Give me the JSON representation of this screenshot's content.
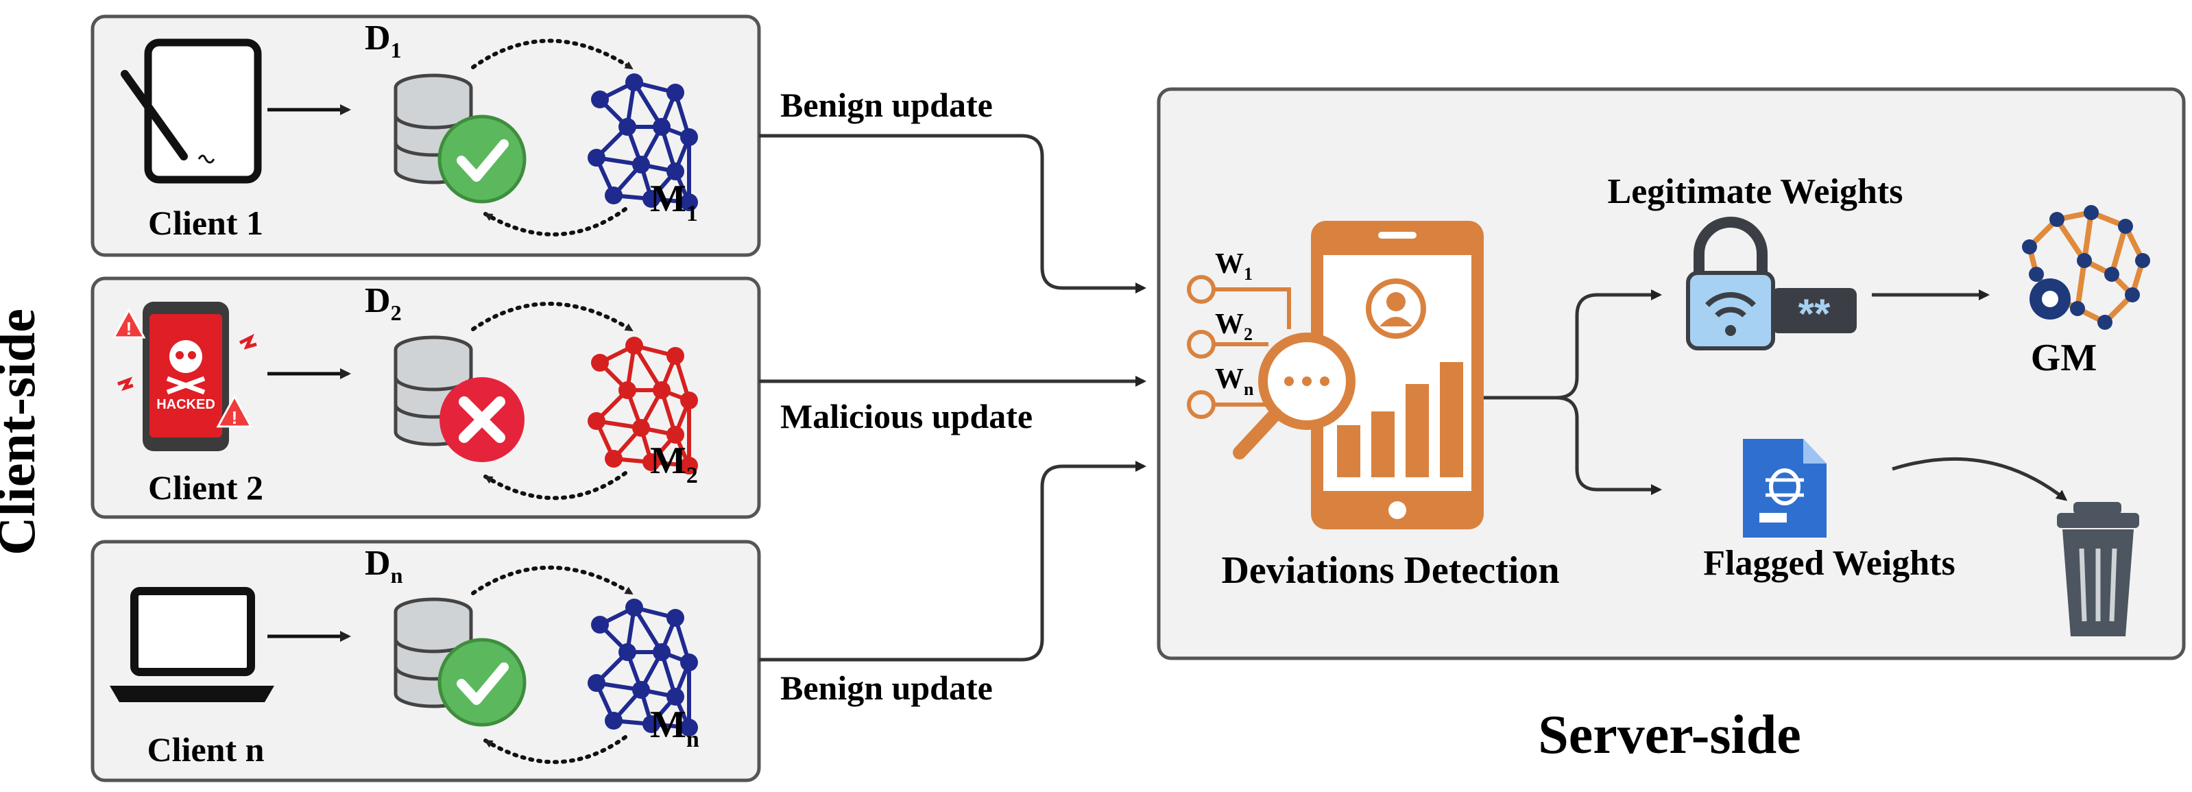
{
  "client_side": {
    "label": "Client-side",
    "clients": [
      {
        "name": "Client 1",
        "dataset": "D",
        "dataset_sub": "1",
        "model": "M",
        "model_sub": "1",
        "status": "benign"
      },
      {
        "name": "Client 2",
        "dataset": "D",
        "dataset_sub": "2",
        "model": "M",
        "model_sub": "2",
        "status": "malicious",
        "device_text": "HACKED"
      },
      {
        "name": "Client n",
        "dataset": "D",
        "dataset_sub": "n",
        "model": "M",
        "model_sub": "n",
        "status": "benign"
      }
    ]
  },
  "updates": {
    "benign_1": "Benign update",
    "malicious": "Malicious update",
    "benign_n": "Benign update"
  },
  "server_side": {
    "label": "Server-side",
    "weights_inputs": [
      {
        "w": "W",
        "sub": "1"
      },
      {
        "w": "W",
        "sub": "2"
      },
      {
        "w": "W",
        "sub": "n"
      }
    ],
    "deviation_label": "Deviations Detection",
    "legitimate_label": "Legitimate Weights",
    "legit_password_text": "**",
    "flagged_label": "Flagged Weights",
    "global_model_label": "GM"
  },
  "colors": {
    "panel_bg": "#f2f2f2",
    "panel_border": "#555555",
    "benign_network": "#1f2a8f",
    "malicious_network": "#d62020",
    "check_green": "#5cb85c",
    "cross_red": "#e5243b",
    "server_orange": "#d9823f",
    "lock_blue": "#a6d1f2",
    "file_blue": "#2f6fd0",
    "trash_gray": "#4c5560"
  }
}
